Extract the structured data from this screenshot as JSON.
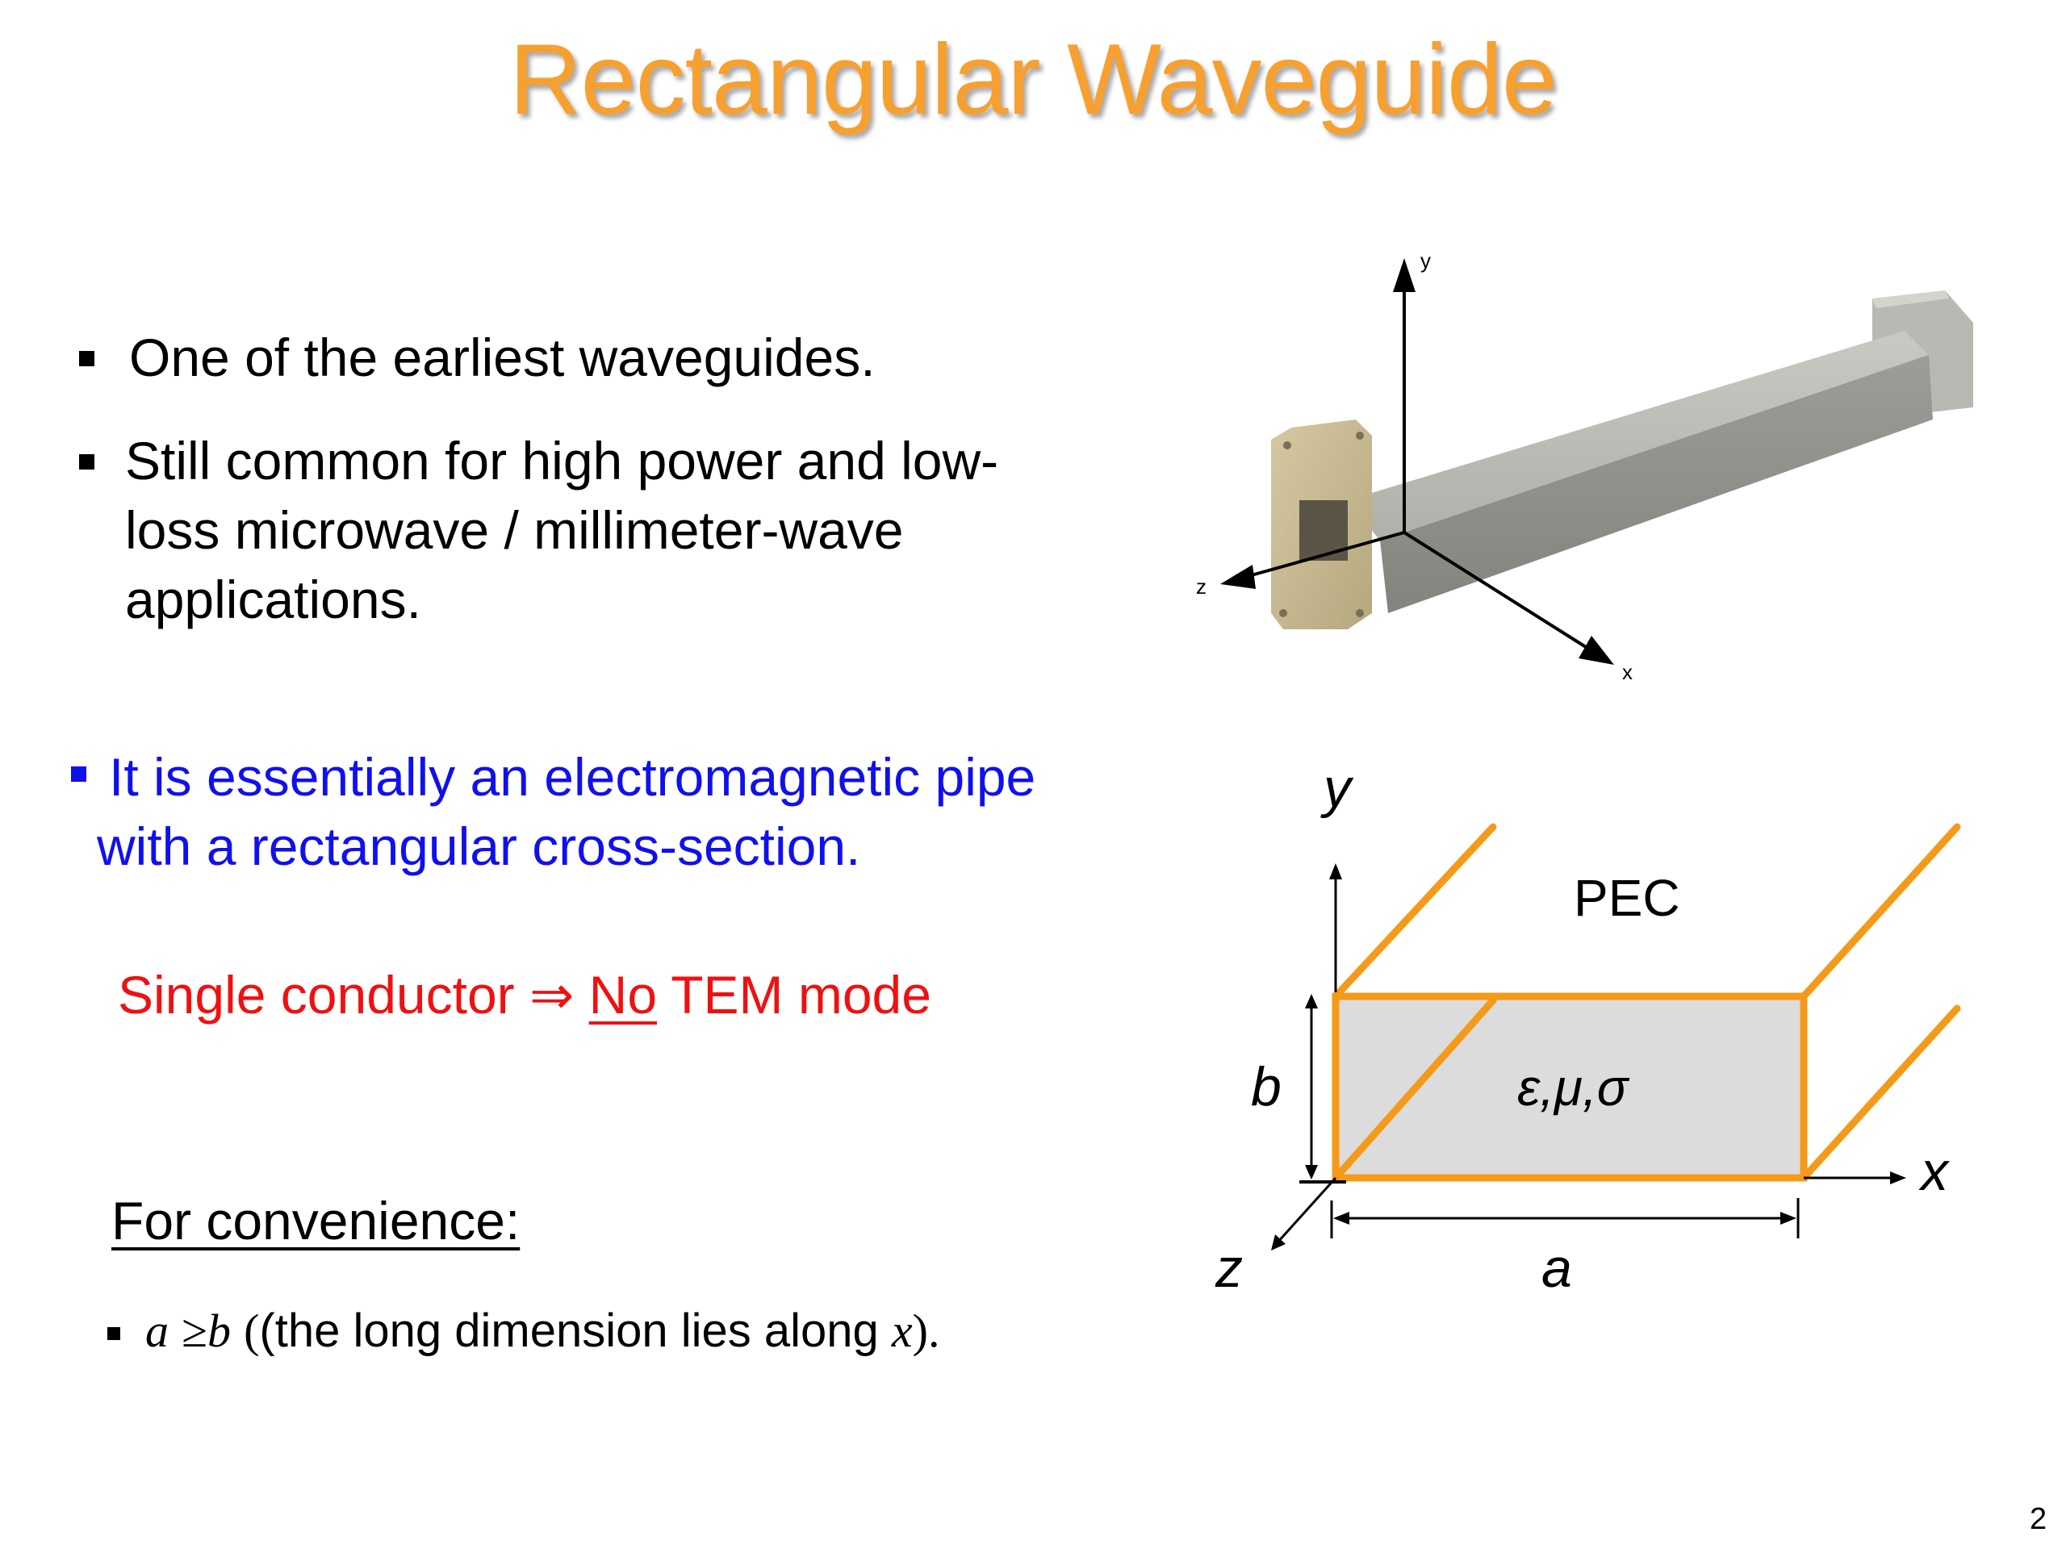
{
  "slide": {
    "title": "Rectangular Waveguide",
    "page_number": "2"
  },
  "bullets_top": [
    {
      "line1": "One of the earliest waveguides."
    },
    {
      "line1": "Still common for high power and low-",
      "line2": "loss microwave / millimeter-wave",
      "line3": "applications."
    }
  ],
  "blue_bullet": {
    "line1": "It is essentially an electromagnetic pipe",
    "line2": "with a rectangular cross-section."
  },
  "red_statement": {
    "pre": "Single conductor",
    "arrow": "⇒",
    "no": "No",
    "post": "TEM mode"
  },
  "convenience": {
    "heading": "For convenience:",
    "bullet_a": "a",
    "bullet_geq": "≥",
    "bullet_b": "b",
    "bullet_text": "(the long dimension lies along",
    "bullet_x": "x",
    "bullet_end": ")."
  },
  "photo": {
    "axis_y": "y",
    "axis_z": "z",
    "axis_x": "x"
  },
  "diagram": {
    "axis_y": "y",
    "axis_x": "x",
    "axis_z": "z",
    "label_pec": "PEC",
    "label_b": "b",
    "label_a": "a",
    "label_material": "ε,μ,σ",
    "colors": {
      "wall": "#f59a18",
      "fill": "#dcdcdc"
    }
  }
}
